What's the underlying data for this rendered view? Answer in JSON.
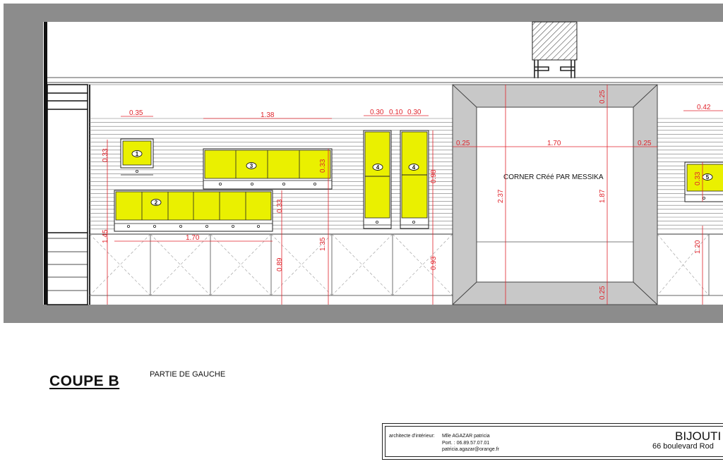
{
  "drawing": {
    "title": "COUPE B",
    "subtitle": "PARTIE DE GAUCHE",
    "corner_label": "CORNER  CRéé PAR MESSIKA",
    "dimensions": {
      "d035": "0.35",
      "d138": "1.38",
      "d030a": "0.30",
      "d010": "0.10",
      "d030b": "0.30",
      "d042": "0.42",
      "d033a": "0.33",
      "d033b": "0.33",
      "d033c": "0.33",
      "d033d": "0.33",
      "d098": "0.98",
      "d025a": "0.25",
      "d025b": "0.25",
      "d025c": "0.25",
      "d025d": "0.25",
      "d170a": "1.70",
      "d170b": "1.70",
      "d237": "2.37",
      "d187": "1.87",
      "d145": "1.45",
      "d089": "0.89",
      "d135": "1.35",
      "d093": "0.93",
      "d120": "1.20"
    },
    "vitrines": {
      "v1": "1",
      "v2": "2",
      "v3": "3",
      "v4a": "4",
      "v4b": "4",
      "v5": "5"
    }
  },
  "cartouche": {
    "role": "architecte d'intérieur:",
    "name": "Mlle AGAZAR patricia",
    "phone": "Port. : 06.89.57.07.01",
    "email": "patricia.agazar@orange.fr",
    "project": "BIJOUTI",
    "address": "66 boulevard Rod"
  },
  "colors": {
    "vitrine_fill": "#eaf000",
    "dimension_red": "#e0232b",
    "wall_gray": "#8c8c8c",
    "corner_gray": "#c8c8c8"
  }
}
